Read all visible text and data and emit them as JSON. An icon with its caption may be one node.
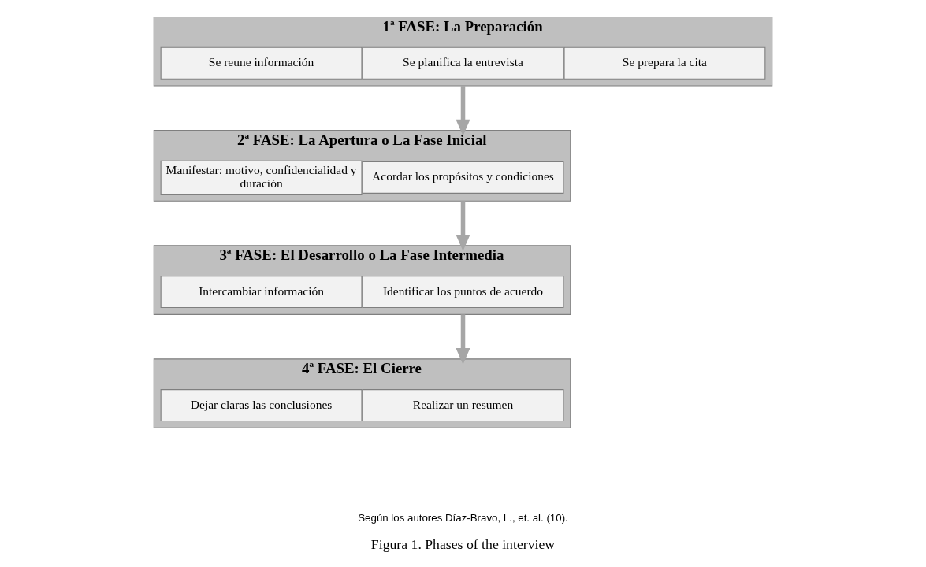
{
  "diagram": {
    "caption": "Figura 1. Phases of the interview",
    "nodes": [
      {
        "text": [
          "1ª FASE: La Preparación"
        ]
      },
      {
        "text": [
          "Se reune información"
        ],
        "in": 0
      },
      {
        "text": [
          "Se planifica la entrevista"
        ],
        "in": 0
      },
      {
        "text": [
          "Se prepara la cita"
        ],
        "in": 0
      },
      {
        "text": [
          "2ª FASE: La Apertura o La Fase Inicial"
        ]
      },
      {
        "text": [
          "Manifestar: motivo, confidencialidad y duración"
        ],
        "in": 4
      },
      {
        "text": [
          "Acordar los propósitos y condiciones"
        ],
        "in": 4
      },
      {
        "text": [
          "3ª FASE: El Desarrollo o La Fase Intermedia"
        ]
      },
      {
        "text": [
          "Intercambiar información"
        ],
        "in": 7
      },
      {
        "text": [
          "Identificar los puntos de acuerdo"
        ],
        "in": 7
      },
      {
        "text": [
          "4ª FASE: El Cierre"
        ]
      },
      {
        "text": [
          "Dejar claras las conclusiones"
        ],
        "in": 10
      },
      {
        "text": [
          "Realizar un resumen"
        ],
        "in": 10
      }
    ],
    "edges": [
      {
        "from": 0,
        "to": 4,
        "arrow": "to"
      },
      {
        "from": 4,
        "to": 7,
        "arrow": "to"
      },
      {
        "from": 7,
        "to": 10,
        "arrow": "to"
      }
    ],
    "labels": [
      "Según los autores Díaz-Bravo, L., et. al. (10)."
    ]
  }
}
